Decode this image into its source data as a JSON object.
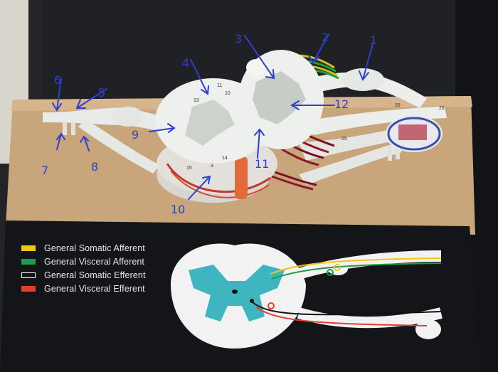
{
  "legend": {
    "items": [
      {
        "label": "General Somatic Afferent",
        "color": "#f0c419"
      },
      {
        "label": "General Visceral Afferent",
        "color": "#1f9b4a"
      },
      {
        "label": "General Somatic Efferent",
        "color": "#ffffff"
      },
      {
        "label": "General Visceral Efferent",
        "color": "#e0412e"
      }
    ]
  },
  "annotations": {
    "numbers": [
      "1",
      "2",
      "3",
      "4",
      "5",
      "6",
      "7",
      "8",
      "9",
      "10",
      "11",
      "12"
    ]
  },
  "model_labels": {
    "n11": "11",
    "n10": "10",
    "n13": "13",
    "n14": "14",
    "n15": "15",
    "n3": "3",
    "n25": "25",
    "n26": "26",
    "n28": "28"
  },
  "colors": {
    "board": "#c9a57b",
    "model_white": "#eef0ee",
    "gray_matter": "#c9cfc8",
    "pen_blue": "#2e3fd0",
    "panel": "#141518",
    "diagram_teal": "#3fb6bf"
  }
}
